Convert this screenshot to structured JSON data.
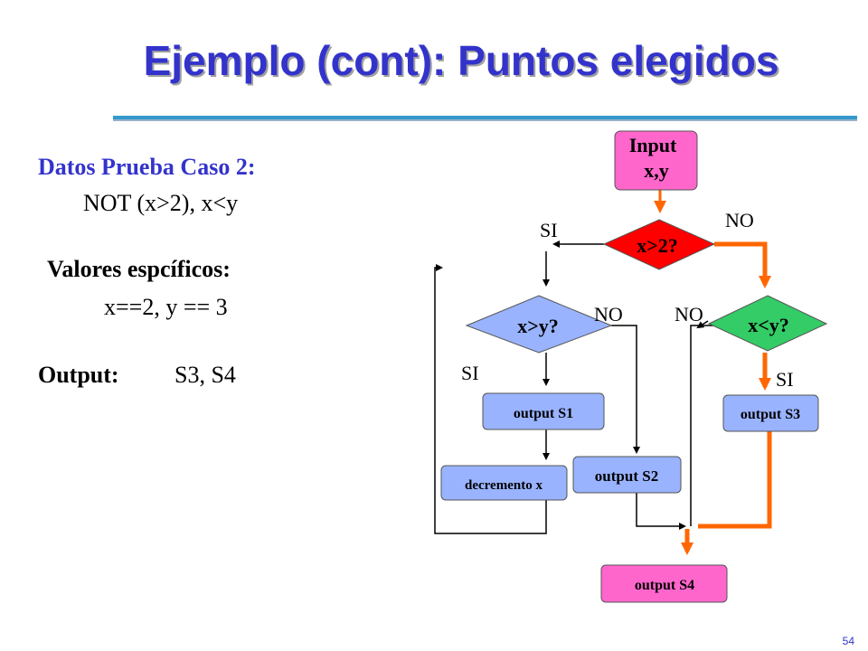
{
  "title": "Ejemplo (cont): Puntos elegidos",
  "left": {
    "case_title": "Datos Prueba Caso 2:",
    "case_condition": "NOT (x>2),  x<y",
    "values_title": "Valores espcíficos:",
    "values": "x==2, y == 3",
    "output_label": "Output:",
    "output_value": "S3, S4"
  },
  "diagram": {
    "input_line1": "Input",
    "input_line2": "x,y",
    "d1": "x>2?",
    "d2": "x>y?",
    "d3": "x<y?",
    "s1": "output S1",
    "dec": "decremento x",
    "s2": "output S2",
    "s3": "output S3",
    "s4": "output S4",
    "si_d1": "SI",
    "no_d1": "NO",
    "no_d2": "NO",
    "no_d3": "NO",
    "si_d2": "SI",
    "si_d3": "SI"
  },
  "colors": {
    "title": "#3333cc",
    "magenta_box": "#ff66cc",
    "red_diamond": "#ff0000",
    "blue_box": "#99b3ff",
    "green_diamond": "#33cc66",
    "highlight_path": "#ff6600"
  },
  "page_number": "54"
}
